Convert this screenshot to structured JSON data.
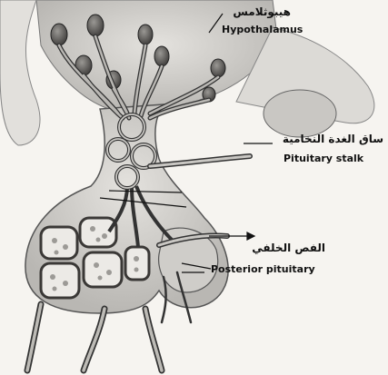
{
  "labels": {
    "hypothalamus_ar": "هيبوثلامس",
    "hypothalamus_en": "Hypothalamus",
    "stalk_ar": "ساق الغدة النخامية",
    "stalk_en": "Pituitary stalk",
    "posterior_ar": "الفص الخلفي",
    "posterior_en": "Posterior pituitary"
  },
  "colors": {
    "background": "#f6f4f0",
    "tissue": "#d9d7d3",
    "tissue_dark": "#a9a7a3",
    "vessel_fill": "#bdbbb6",
    "vessel_stroke": "#333333",
    "cell_fill": "#eceae6",
    "pointer": "#111111"
  }
}
